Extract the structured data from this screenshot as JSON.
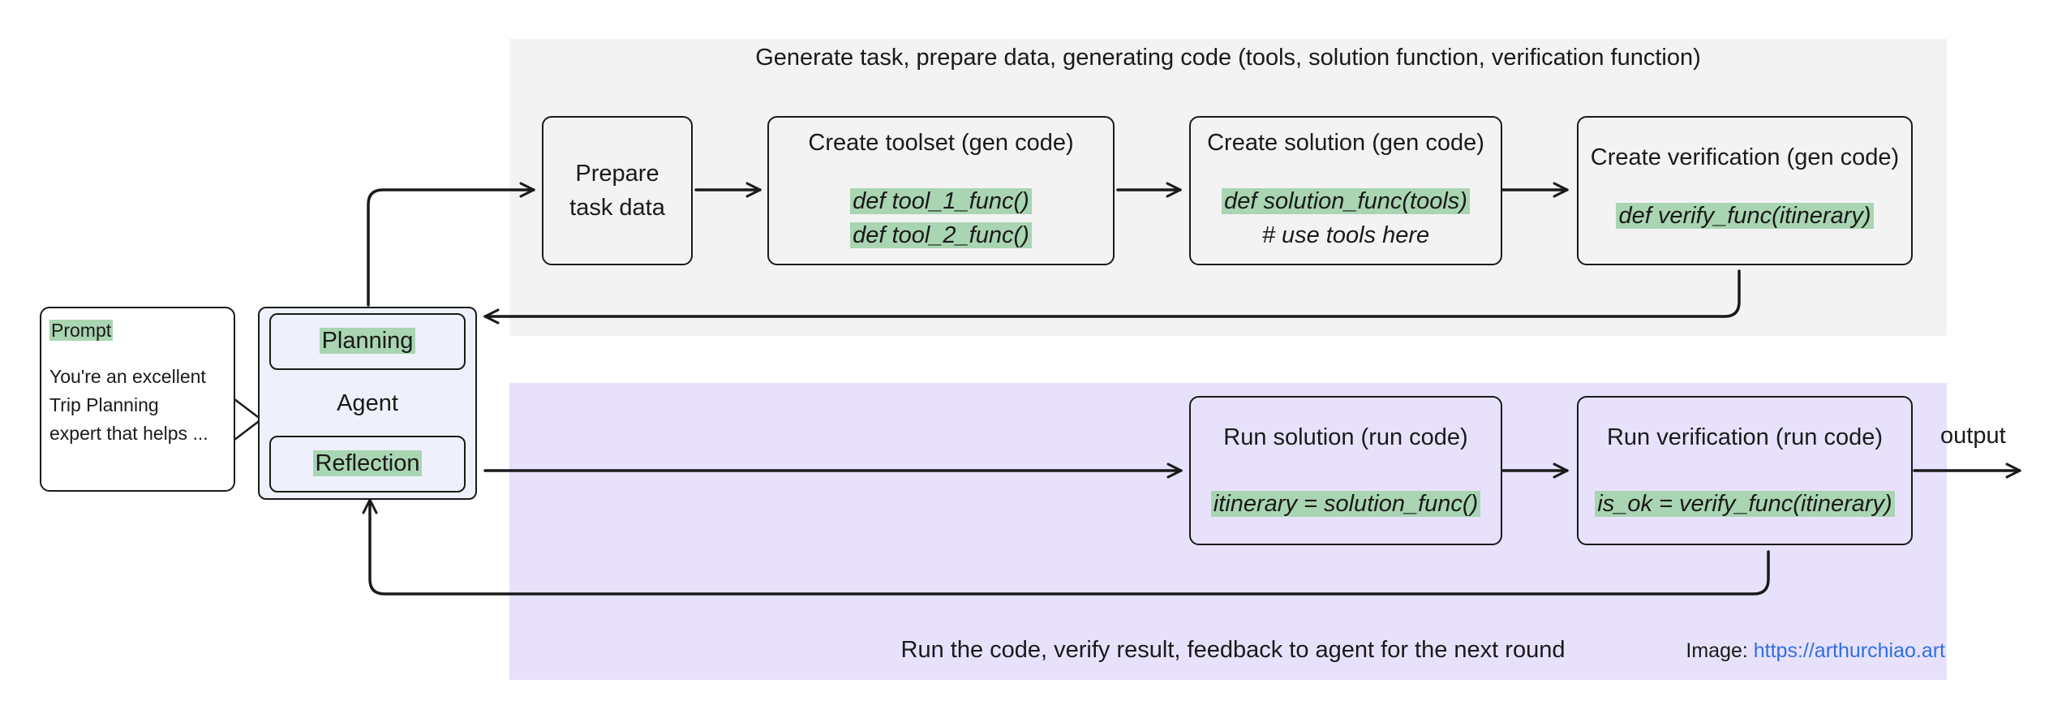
{
  "top_region": {
    "caption": "Generate task, prepare data, generating code (tools, solution function, verification function)",
    "background": "#f3f3f3"
  },
  "bottom_region": {
    "caption": "Run the code, verify result, feedback to agent for the next round",
    "background": "#e8e1fc"
  },
  "highlight_color": "#a9d5b2",
  "boxes": {
    "prepare": {
      "line1": "Prepare",
      "line2": "task data"
    },
    "toolset": {
      "title": "Create toolset (gen code)",
      "code1": "def tool_1_func()",
      "code2": "def tool_2_func()"
    },
    "solution": {
      "title": "Create solution (gen code)",
      "code": "def solution_func(tools)",
      "comment": "# use tools here"
    },
    "verification": {
      "title": "Create verification (gen code)",
      "code": "def verify_func(itinerary)"
    },
    "run_solution": {
      "title": "Run solution (run code)",
      "code": "itinerary = solution_func()"
    },
    "run_verification": {
      "title": "Run verification  (run code)",
      "code": "is_ok = verify_func(itinerary)"
    }
  },
  "agent": {
    "label": "Agent",
    "planning": "Planning",
    "reflection": "Reflection",
    "background": "#eef1fb"
  },
  "prompt": {
    "tag": "Prompt",
    "text_line1": "You're an excellent",
    "text_line2": "Trip Planning",
    "text_line3": "expert that helps ..."
  },
  "output_label": "output",
  "credit": {
    "prefix": "Image: ",
    "link": "https://arthurchiao.art",
    "link_color": "#2f6fe0"
  }
}
